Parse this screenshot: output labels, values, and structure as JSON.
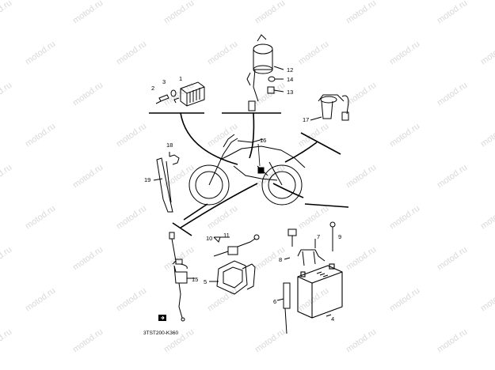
{
  "watermark": "motod.ru",
  "diagram_code": "3TST200-K360",
  "part_numbers": {
    "p1": "1",
    "p2": "2",
    "p3": "3",
    "p4": "4",
    "p5": "5",
    "p6": "6",
    "p7": "7",
    "p8": "8",
    "p9": "9",
    "p10": "10",
    "p11": "11",
    "p12": "12",
    "p13": "13",
    "p14": "14",
    "p15": "15",
    "p16": "16",
    "p17": "17",
    "p18": "18",
    "p19": "19"
  },
  "colors": {
    "ink": "#000000",
    "watermark": "#d9d9d9",
    "background": "#ffffff"
  }
}
